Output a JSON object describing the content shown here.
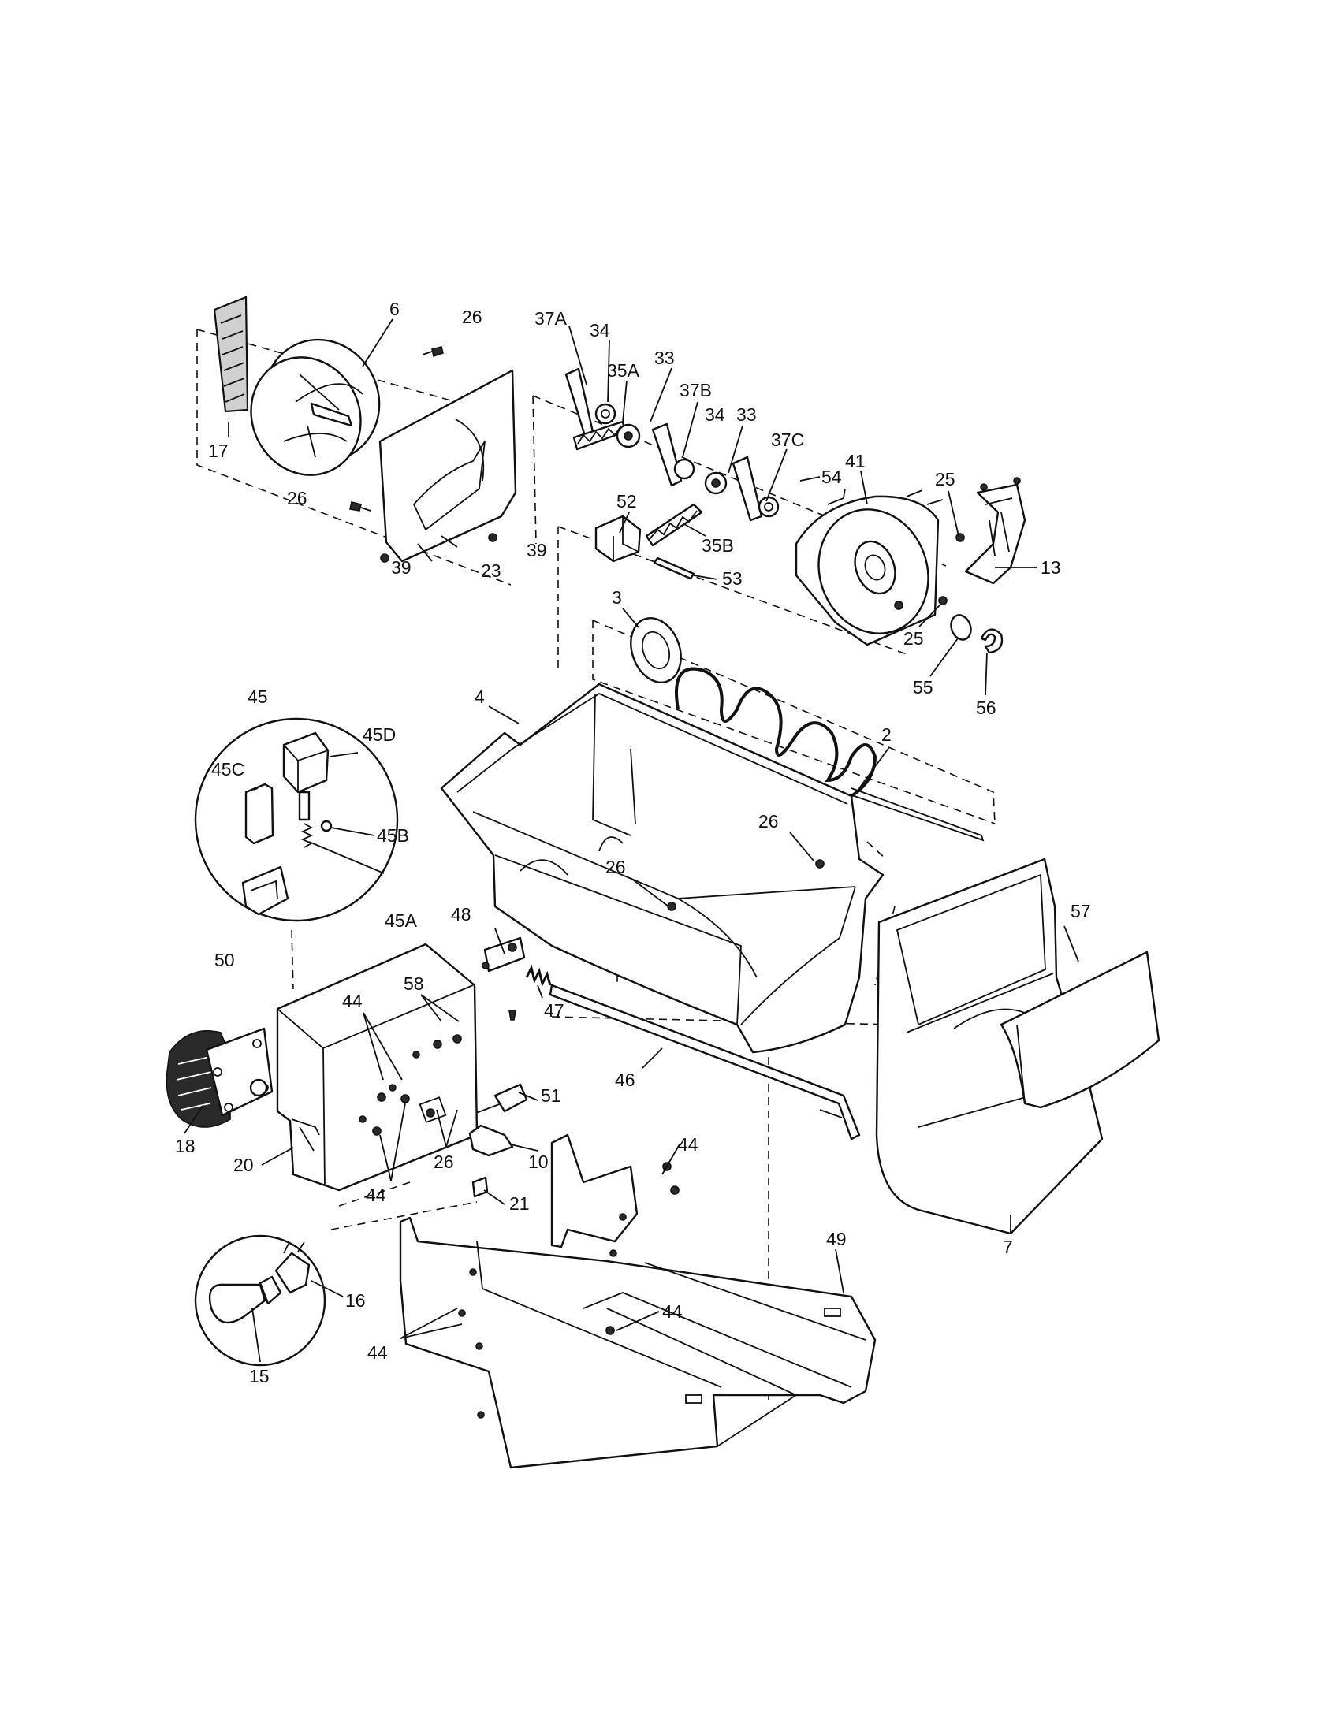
{
  "labels": [
    {
      "id": "l17",
      "text": "17"
    },
    {
      "id": "l6",
      "text": "6"
    },
    {
      "id": "l26a",
      "text": "26"
    },
    {
      "id": "l26b",
      "text": "26"
    },
    {
      "id": "l39a",
      "text": "39"
    },
    {
      "id": "l39b",
      "text": "39"
    },
    {
      "id": "l23",
      "text": "23"
    },
    {
      "id": "l37A",
      "text": "37A"
    },
    {
      "id": "l34a",
      "text": "34"
    },
    {
      "id": "l35A",
      "text": "35A"
    },
    {
      "id": "l33a",
      "text": "33"
    },
    {
      "id": "l37B",
      "text": "37B"
    },
    {
      "id": "l34b",
      "text": "34"
    },
    {
      "id": "l33b",
      "text": "33"
    },
    {
      "id": "l37C",
      "text": "37C"
    },
    {
      "id": "l54",
      "text": "54"
    },
    {
      "id": "l52",
      "text": "52"
    },
    {
      "id": "l35B",
      "text": "35B"
    },
    {
      "id": "l53",
      "text": "53"
    },
    {
      "id": "l41",
      "text": "41"
    },
    {
      "id": "l25a",
      "text": "25"
    },
    {
      "id": "l13",
      "text": "13"
    },
    {
      "id": "l25b",
      "text": "25"
    },
    {
      "id": "l55",
      "text": "55"
    },
    {
      "id": "l56",
      "text": "56"
    },
    {
      "id": "l3",
      "text": "3"
    },
    {
      "id": "l4",
      "text": "4"
    },
    {
      "id": "l2",
      "text": "2"
    },
    {
      "id": "l26c",
      "text": "26"
    },
    {
      "id": "l26d",
      "text": "26"
    },
    {
      "id": "l45",
      "text": "45"
    },
    {
      "id": "l45D",
      "text": "45D"
    },
    {
      "id": "l45C",
      "text": "45C"
    },
    {
      "id": "l45B",
      "text": "45B"
    },
    {
      "id": "l45A",
      "text": "45A"
    },
    {
      "id": "l50",
      "text": "50"
    },
    {
      "id": "l48",
      "text": "48"
    },
    {
      "id": "l47",
      "text": "47"
    },
    {
      "id": "l46",
      "text": "46"
    },
    {
      "id": "l57",
      "text": "57"
    },
    {
      "id": "l58",
      "text": "58"
    },
    {
      "id": "l44a",
      "text": "44"
    },
    {
      "id": "l18",
      "text": "18"
    },
    {
      "id": "l20",
      "text": "20"
    },
    {
      "id": "l44b",
      "text": "44"
    },
    {
      "id": "l26e",
      "text": "26"
    },
    {
      "id": "l51",
      "text": "51"
    },
    {
      "id": "l10",
      "text": "10"
    },
    {
      "id": "l21",
      "text": "21"
    },
    {
      "id": "l44c",
      "text": "44"
    },
    {
      "id": "l7",
      "text": "7"
    },
    {
      "id": "l49",
      "text": "49"
    },
    {
      "id": "l16",
      "text": "16"
    },
    {
      "id": "l15",
      "text": "15"
    },
    {
      "id": "l44d",
      "text": "44"
    },
    {
      "id": "l44e",
      "text": "44"
    }
  ]
}
